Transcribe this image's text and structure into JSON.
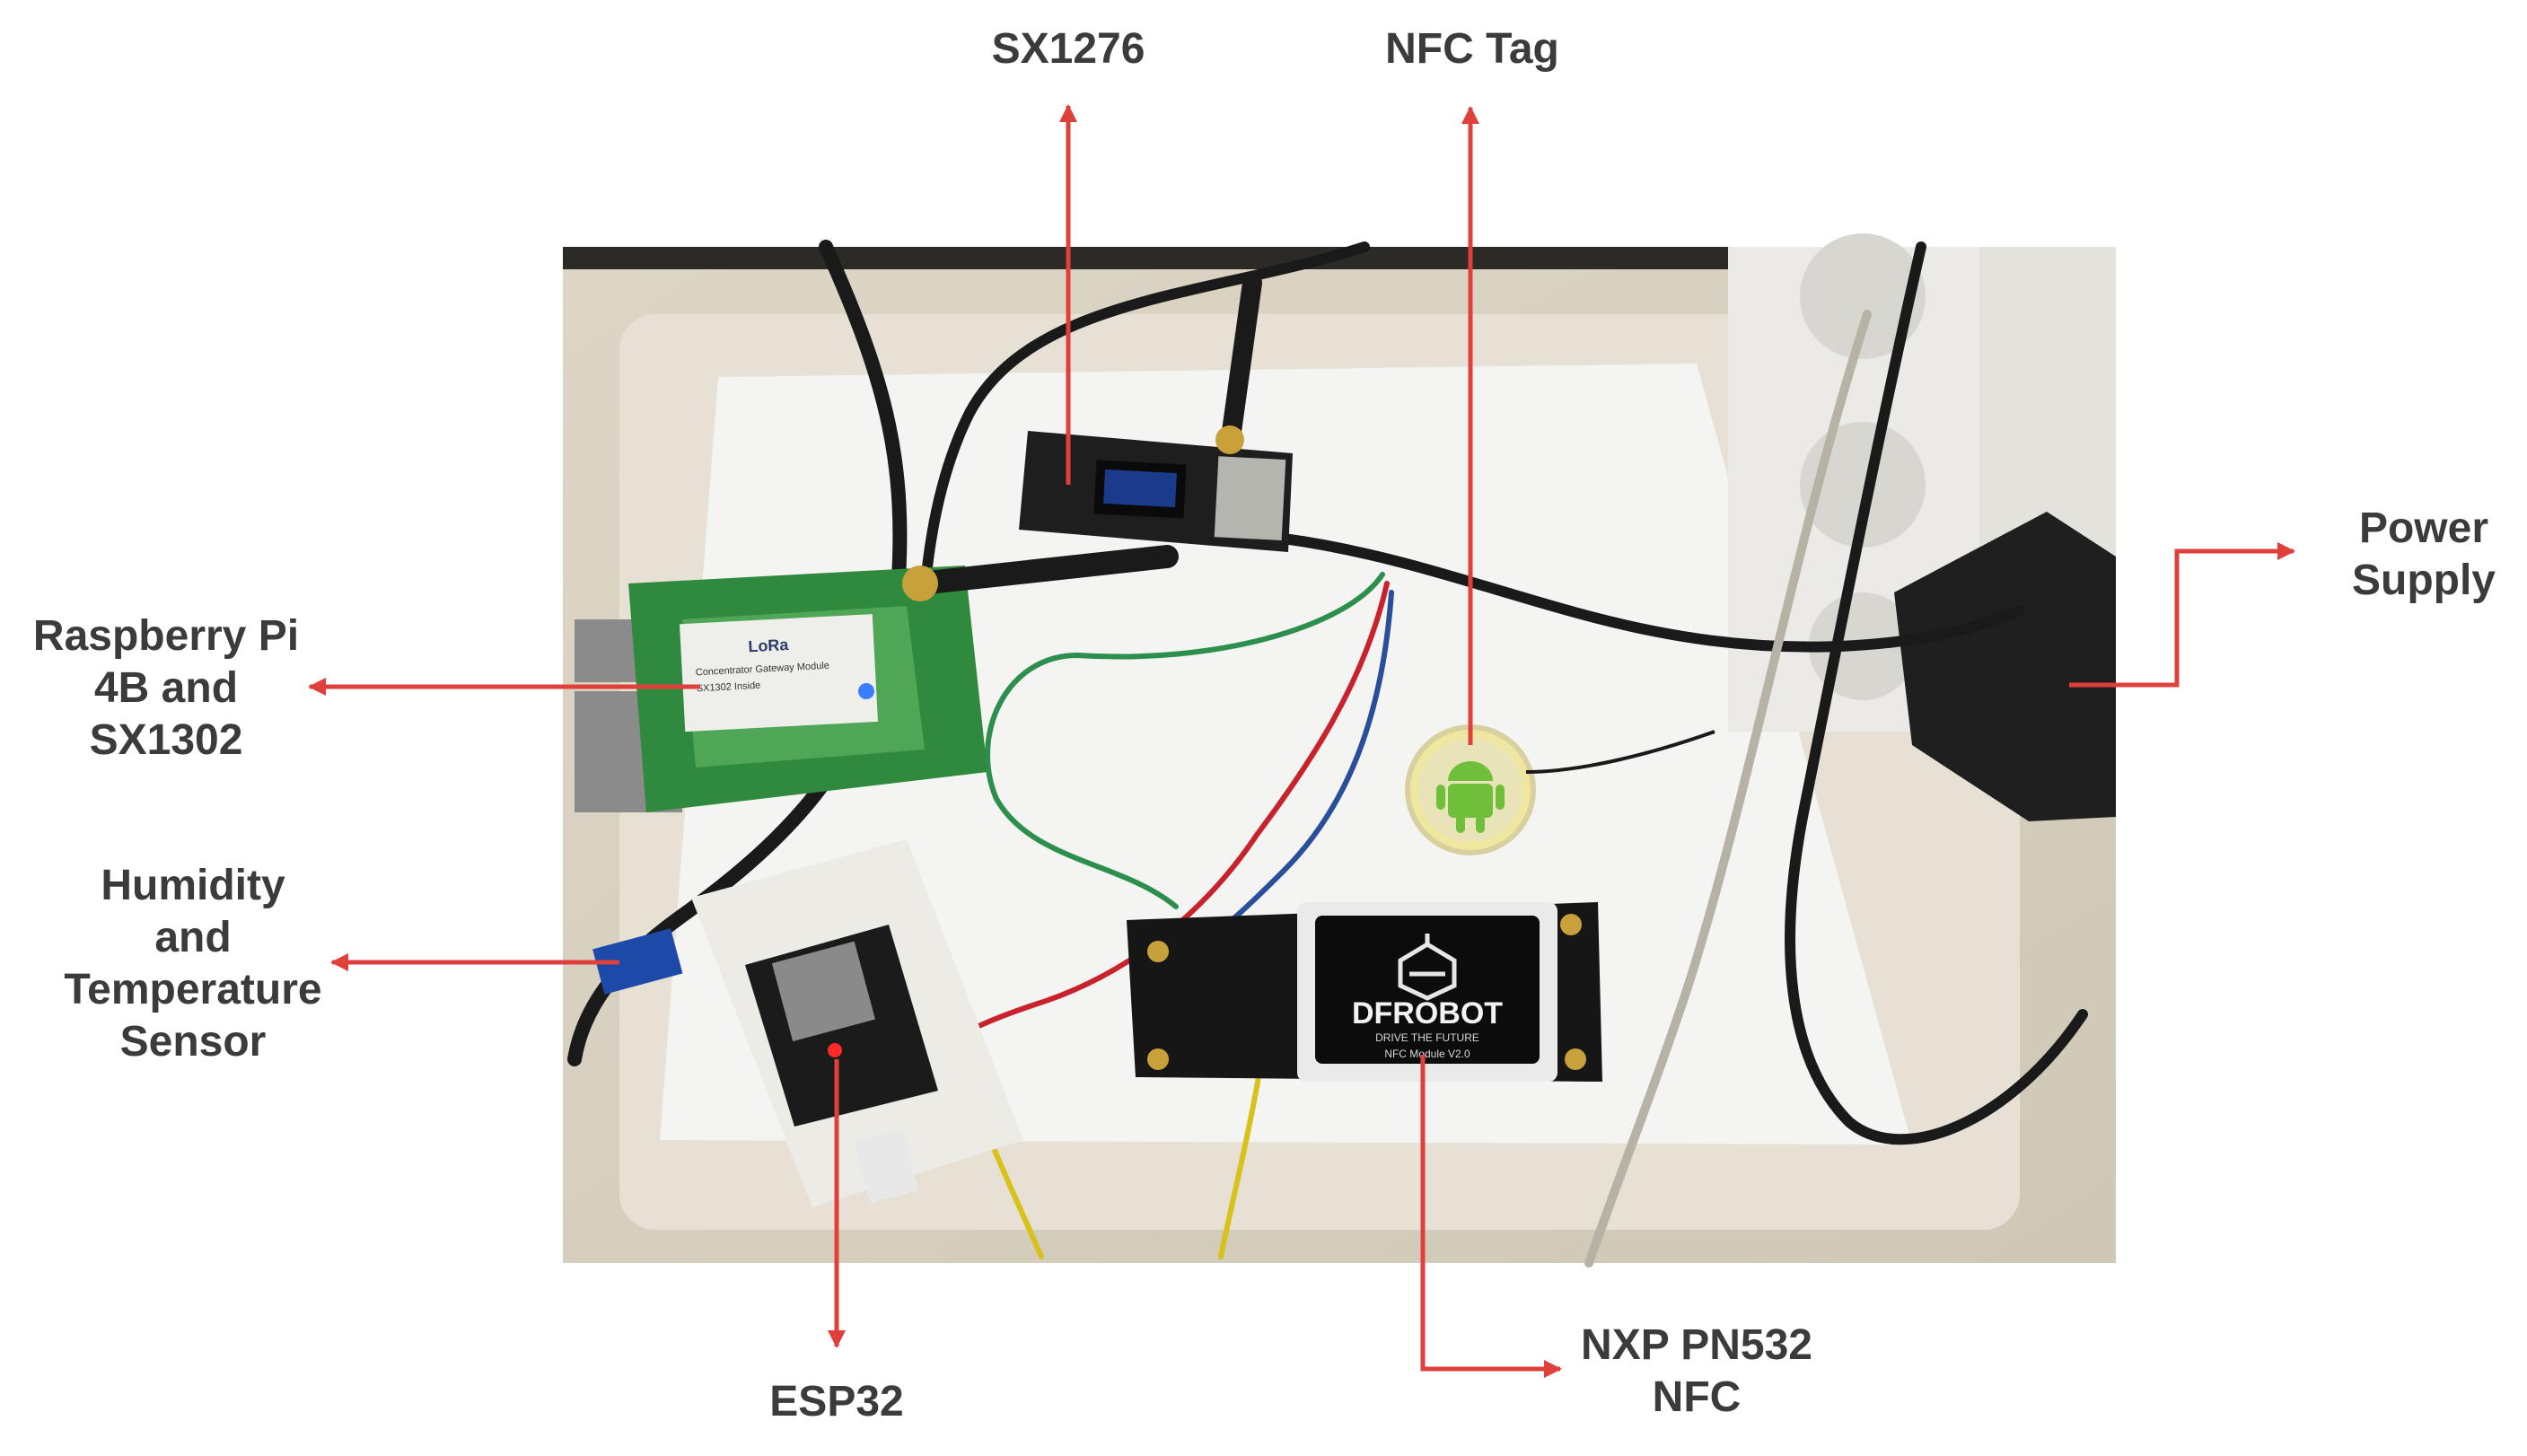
{
  "labels": {
    "sx1276": "SX1276",
    "nfc_tag": "NFC Tag",
    "power_supply": [
      "Power",
      "Supply"
    ],
    "raspberry_pi": [
      "Raspberry Pi",
      "4B and",
      "SX1302"
    ],
    "humidity_sensor": [
      "Humidity",
      "and",
      "Temperature",
      "Sensor"
    ],
    "esp32": "ESP32",
    "nxp_nfc": [
      "NXP PN532",
      "NFC"
    ]
  },
  "photo": {
    "lora_module_text": [
      "LoRa",
      "Concentrator Gateway Module",
      "SX1302 Inside"
    ],
    "dfrobot_brand": "DFROBOT",
    "dfrobot_tagline": "DRIVE THE FUTURE",
    "dfrobot_module": "NFC Module V2.0"
  },
  "colors": {
    "arrow": "#e0403c",
    "label_text": "#3b3b3b"
  },
  "icons": {
    "nfc_tag_logo": "android-robot-icon",
    "dfrobot_logo": "robot-head-icon"
  }
}
